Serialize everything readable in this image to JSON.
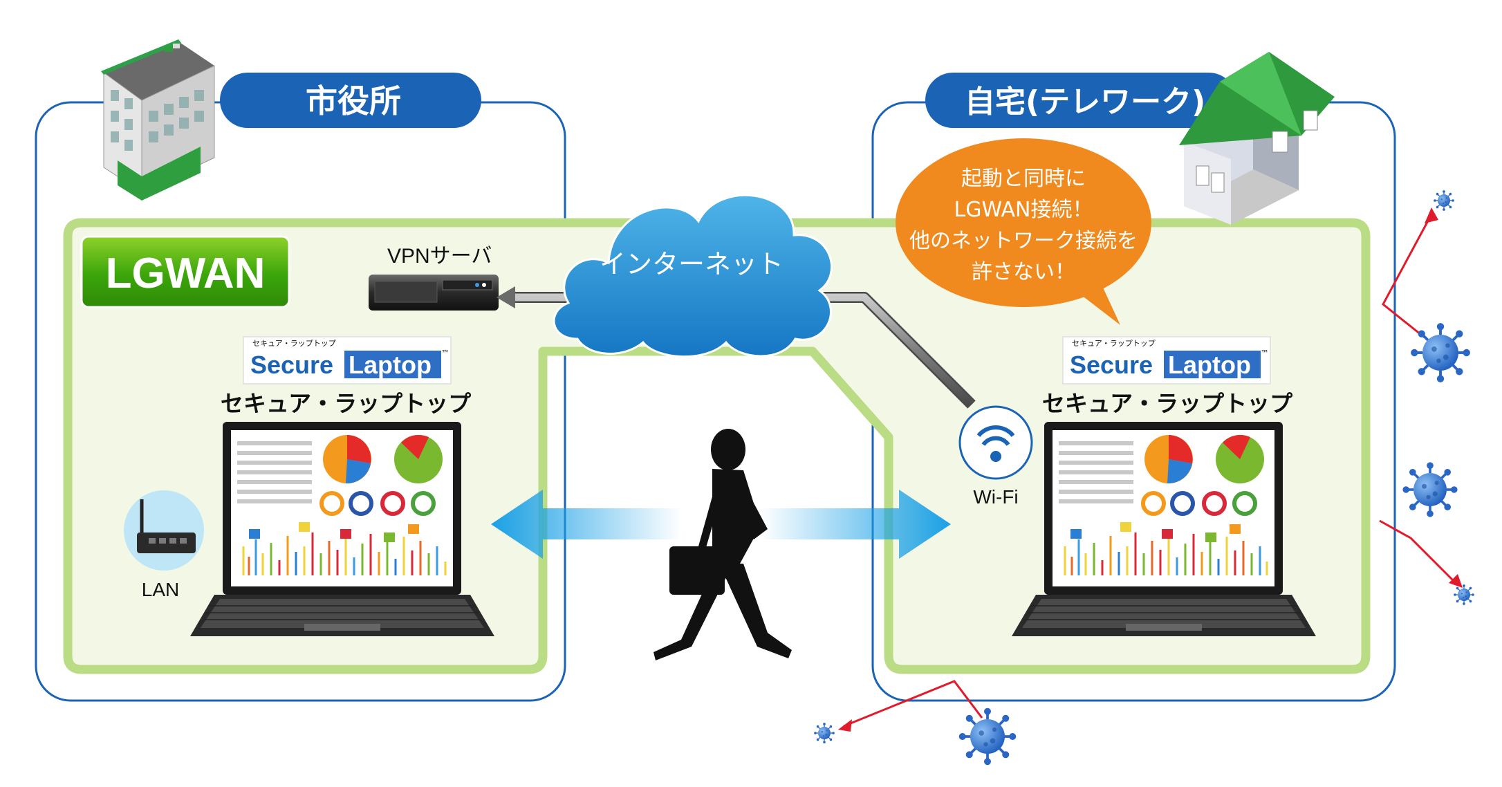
{
  "office": {
    "label": "市役所"
  },
  "home": {
    "label": "自宅(テレワーク)"
  },
  "lgwan": {
    "label": "LGWAN"
  },
  "vpn": {
    "label": "VPNサーバ"
  },
  "internet": {
    "label": "インターネット"
  },
  "callout": {
    "lines": [
      "起動と同時に",
      "LGWAN接続！",
      "他のネットワーク接続を",
      "許さない！"
    ]
  },
  "secure_logo": {
    "small": "セキュア・ラップトップ",
    "secure": "Secure",
    "laptop": "Laptop",
    "tm": "™"
  },
  "laptop_left": {
    "caption": "セキュア・ラップトップ"
  },
  "laptop_right": {
    "caption": "セキュア・ラップトップ"
  },
  "lan": {
    "label": "LAN"
  },
  "wifi": {
    "label": "Wi-Fi"
  },
  "colors": {
    "blue_frame": "#1a63b5",
    "green_frame": "#b9dc84",
    "zone_fill": "#f3f8e6",
    "arrow_blue": "#1aa0e6",
    "callout_orange": "#f08a1e",
    "virus_blue": "#3b7bd1",
    "red_arrow": "#e01b2b"
  }
}
